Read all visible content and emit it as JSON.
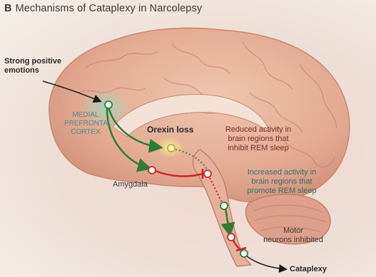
{
  "figure": {
    "panel_letter": "B",
    "title": "Mechanisms of Cataplexy in Narcolepsy"
  },
  "labels": {
    "emotions_line1": "Strong positive",
    "emotions_line2": "emotions",
    "pfc_line1": "MEDIAL",
    "pfc_line2": "PREFRONTAL",
    "pfc_line3": "CORTEX",
    "orexin": "Orexin loss",
    "reduced_line1": "Reduced activity in",
    "reduced_line2": "brain regions that",
    "reduced_line3": "inhibit REM sleep",
    "increased_line1": "Increased activity in",
    "increased_line2": "brain regions that",
    "increased_line3": "promote REM sleep",
    "amygdala": "Amygdala",
    "motor_line1": "Motor",
    "motor_line2": "neurons inhibited",
    "cataplexy": "Cataplexy"
  },
  "colors": {
    "excitatory_pathway": "#2e7d32",
    "inhibitory_pathway": "#c62828",
    "brain_fill": "#e8b59c",
    "pfc_highlight": "#a8d2b8",
    "orexin_highlight": "#f3e07a"
  }
}
